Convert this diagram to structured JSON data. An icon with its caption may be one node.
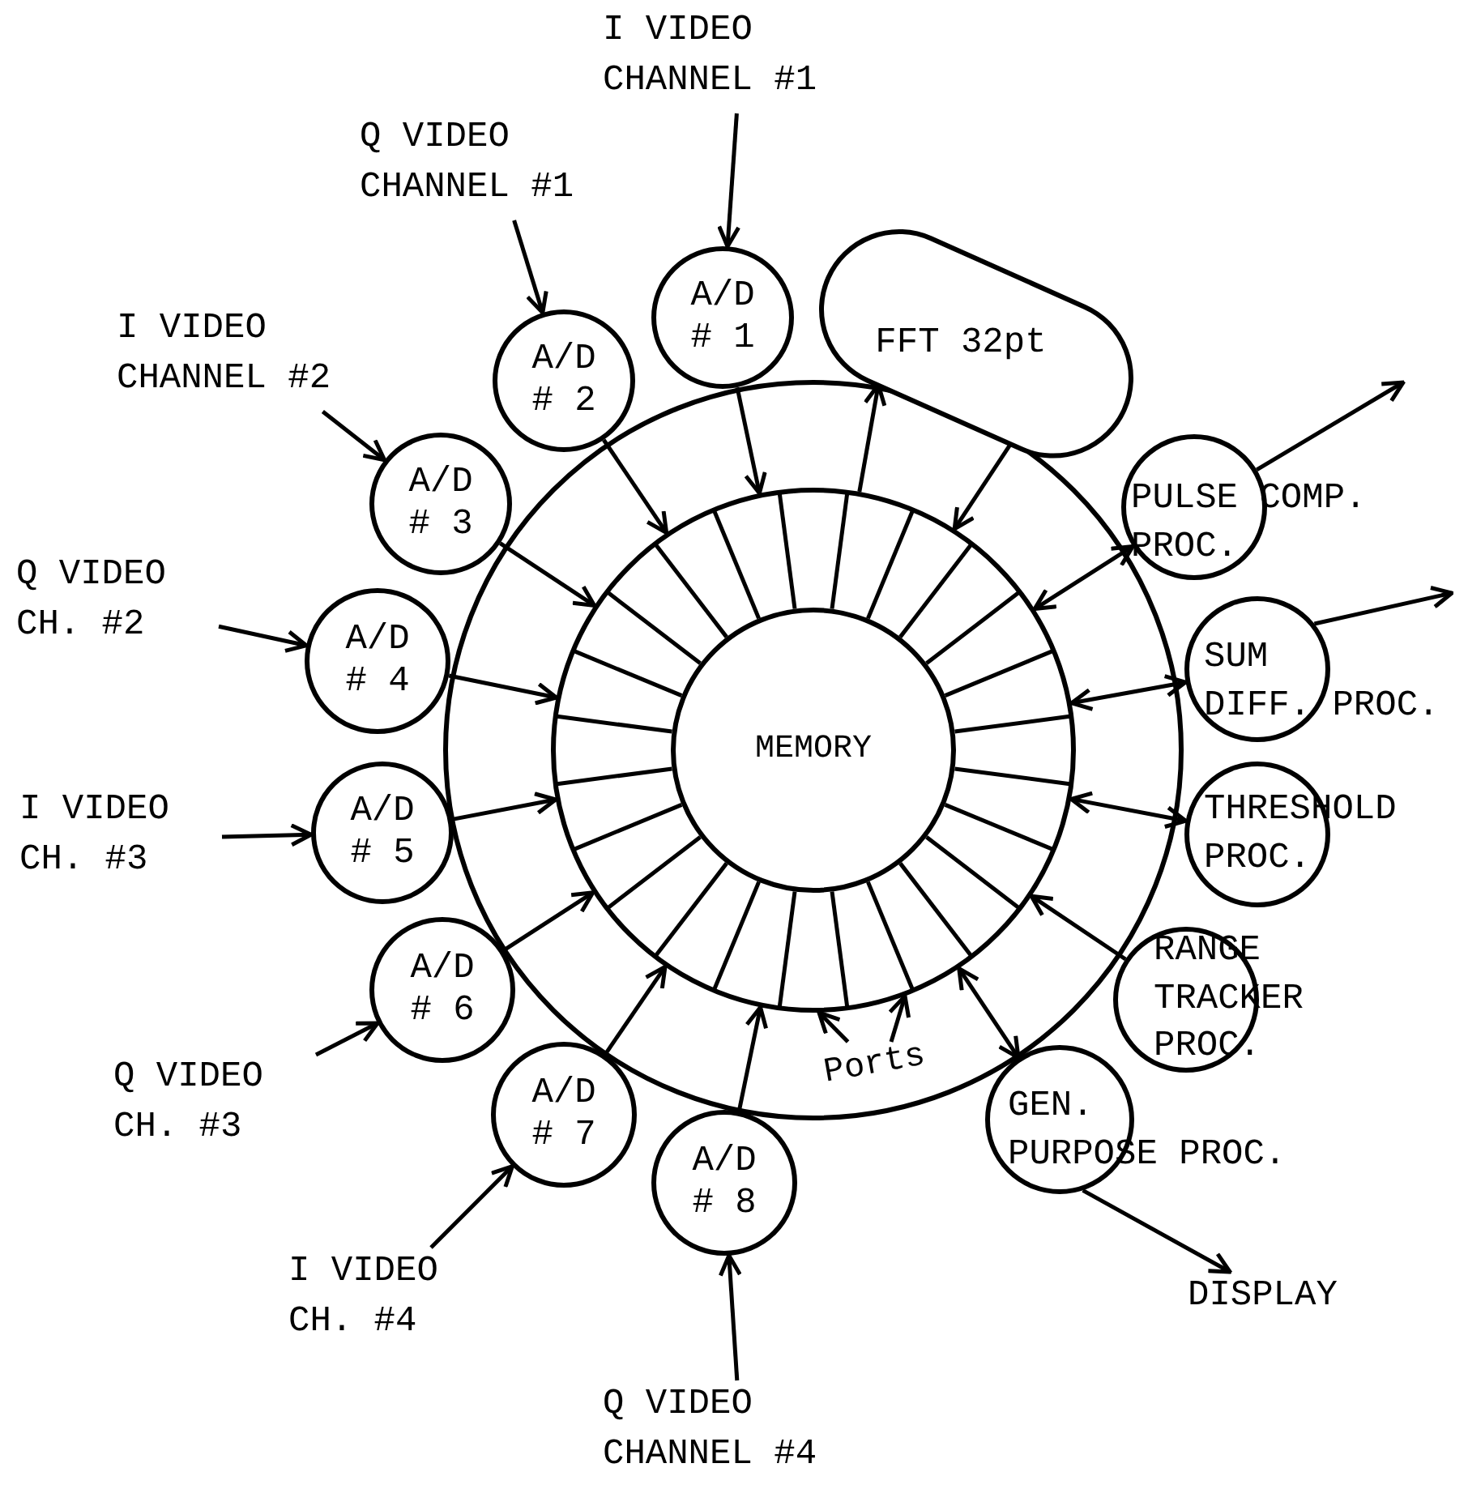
{
  "diagram": {
    "nodes": [
      {
        "text": [
          "I VIDEO CHANNEL #1"
        ]
      },
      {
        "text": [
          "Q VIDEO CHANNEL #1"
        ]
      },
      {
        "text": [
          "A/D # 1"
        ]
      },
      {
        "text": [
          "FFT 32pt"
        ]
      },
      {
        "text": [
          "A/D # 2"
        ]
      },
      {
        "text": [
          "I VIDEO CHANNEL #2"
        ]
      },
      {
        "text": [
          "A/D # 3"
        ]
      },
      {
        "text": [
          "PULSE COMP. PROC."
        ]
      },
      {
        "text": [
          "Q VIDEO CH. #2"
        ]
      },
      {
        "text": [
          "A/D # 4"
        ]
      },
      {
        "text": [
          "SUM DIFF. PROC."
        ]
      },
      {
        "text": [],
        "shape": "circle"
      },
      {
        "text": [
          "MEMORY"
        ],
        "in": 11
      },
      {
        "text": [
          "THRESHOLD PROC."
        ]
      },
      {
        "text": [
          "I VIDEO CH. #3"
        ]
      },
      {
        "text": [
          "A/D # 5"
        ]
      },
      {
        "text": [
          "A/D # 6"
        ]
      },
      {
        "text": [
          "RANGE TRACKER PROC."
        ]
      },
      {
        "text": [
          "Q VIDEO CH. #3"
        ]
      },
      {
        "text": [
          "Ports"
        ]
      },
      {
        "text": [
          "A/D # 7"
        ]
      },
      {
        "text": [
          "GEN. PURPOSE PROC."
        ]
      },
      {
        "text": [
          "A/D # 8"
        ]
      },
      {
        "text": [
          "I VIDEO CH. #4"
        ]
      },
      {
        "text": [
          "DISPLAY"
        ]
      },
      {
        "text": [
          "Q VIDEO CHANNEL #4"
        ]
      }
    ],
    "edges": [
      {
        "from": 0,
        "to": 2,
        "arrow": "to"
      },
      {
        "from": 1,
        "to": 4,
        "arrow": "to"
      },
      {
        "from": 5,
        "to": 6,
        "arrow": "to"
      },
      {
        "from": 8,
        "to": 9,
        "arrow": "to"
      },
      {
        "from": 14,
        "to": 15,
        "arrow": "to"
      },
      {
        "from": 18,
        "to": 16,
        "arrow": "to"
      },
      {
        "from": 23,
        "to": 20,
        "arrow": "to"
      },
      {
        "from": 25,
        "to": 22,
        "arrow": "to"
      },
      {
        "from": 2,
        "to": 11,
        "arrow": "to"
      },
      {
        "from": 4,
        "to": 11,
        "arrow": "to"
      },
      {
        "from": 6,
        "to": 11,
        "arrow": "to"
      },
      {
        "from": 9,
        "to": 11,
        "arrow": "to"
      },
      {
        "from": 15,
        "to": 11,
        "arrow": "to"
      },
      {
        "from": 16,
        "to": 11,
        "arrow": "to"
      },
      {
        "from": 20,
        "to": 11,
        "arrow": "to"
      },
      {
        "from": 22,
        "to": 11,
        "arrow": "to"
      },
      {
        "from": 11,
        "to": 3,
        "arrow": "to"
      },
      {
        "from": 3,
        "to": 11,
        "arrow": "to"
      },
      {
        "from": 11,
        "to": 7,
        "arrow": "both"
      },
      {
        "from": 11,
        "to": 10,
        "arrow": "both"
      },
      {
        "from": 11,
        "to": 13,
        "arrow": "both"
      },
      {
        "from": 17,
        "to": 11,
        "arrow": "to"
      },
      {
        "from": 11,
        "to": 21,
        "arrow": "both"
      },
      {
        "from": 7,
        "to": null,
        "arrow": "to"
      },
      {
        "from": 10,
        "to": null,
        "arrow": "to"
      },
      {
        "from": 21,
        "to": 24,
        "arrow": "to"
      },
      {
        "from": 19,
        "to": 11,
        "arrow": "to"
      },
      {
        "from": 19,
        "to": 11,
        "arrow": "to"
      }
    ]
  }
}
